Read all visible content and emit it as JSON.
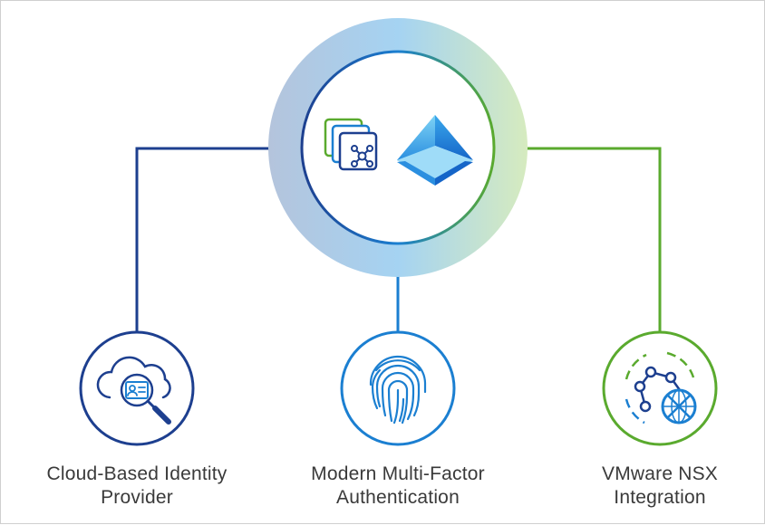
{
  "features": [
    {
      "line1": "Cloud-Based Identity",
      "line2": "Provider",
      "icon": "cloud-search-icon",
      "color": "#1d3f8f"
    },
    {
      "line1": "Modern Multi-Factor",
      "line2": "Authentication",
      "icon": "fingerprint-icon",
      "color": "#1b7fd1"
    },
    {
      "line1": "VMware NSX",
      "line2": "Integration",
      "icon": "network-globe-icon",
      "color": "#5aaa2e"
    }
  ],
  "hub": {
    "icons": [
      "vmware-workspace-icon",
      "azure-ad-pyramid-icon"
    ],
    "gradient": [
      "#b8c9e0",
      "#9fd0f0",
      "#cfe8b8"
    ]
  }
}
